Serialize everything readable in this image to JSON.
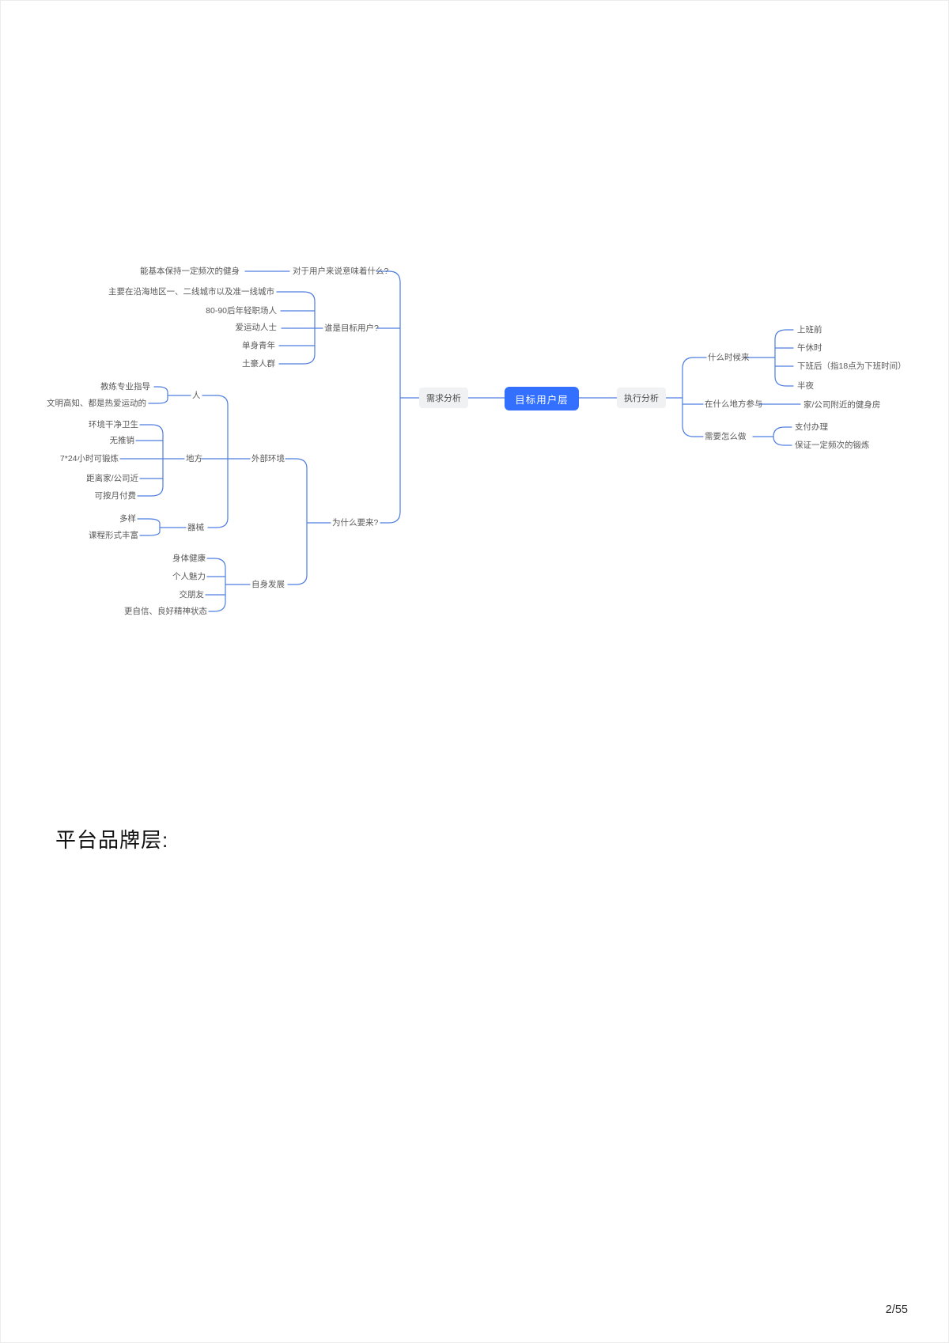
{
  "page": {
    "section_heading": "平台品牌层:",
    "page_number": "2/55"
  },
  "colors": {
    "connector_line": "#4d7ce0",
    "root_node_bg": "#3370ff",
    "root_node_text": "#ffffff",
    "branch_node_bg": "#f0f1f2",
    "label_text": "#595959"
  },
  "mindmap": {
    "root": {
      "label": "目标用户层"
    },
    "needs": {
      "label": "需求分析",
      "children": [
        {
          "label": "对于用户来说意味着什么?",
          "children": [
            {
              "label": "能基本保持一定频次的健身"
            }
          ]
        },
        {
          "label": "谁是目标用户?",
          "children": [
            {
              "label": "主要在沿海地区一、二线城市以及准一线城市"
            },
            {
              "label": "80-90后年轻职场人"
            },
            {
              "label": "爱运动人士"
            },
            {
              "label": "单身青年"
            },
            {
              "label": "土豪人群"
            }
          ]
        },
        {
          "label": "为什么要来?",
          "children": [
            {
              "label": "外部环境",
              "children": [
                {
                  "label": "人",
                  "children": [
                    {
                      "label": "教练专业指导"
                    },
                    {
                      "label": "文明高知、都是热爱运动的"
                    }
                  ]
                },
                {
                  "label": "地方",
                  "children": [
                    {
                      "label": "环境干净卫生"
                    },
                    {
                      "label": "无推销"
                    },
                    {
                      "label": "7*24小时可锻炼"
                    },
                    {
                      "label": "距离家/公司近"
                    },
                    {
                      "label": "可按月付费"
                    }
                  ]
                },
                {
                  "label": "器械",
                  "children": [
                    {
                      "label": "多样"
                    },
                    {
                      "label": "课程形式丰富"
                    }
                  ]
                }
              ]
            },
            {
              "label": "自身发展",
              "children": [
                {
                  "label": "身体健康"
                },
                {
                  "label": "个人魅力"
                },
                {
                  "label": "交朋友"
                },
                {
                  "label": "更自信、良好精神状态"
                }
              ]
            }
          ]
        }
      ]
    },
    "execution": {
      "label": "执行分析",
      "children": [
        {
          "label": "什么时候来",
          "children": [
            {
              "label": "上班前"
            },
            {
              "label": "午休时"
            },
            {
              "label": "下班后（指18点为下班时间）"
            },
            {
              "label": "半夜"
            }
          ]
        },
        {
          "label": "在什么地方参与",
          "children": [
            {
              "label": "家/公司附近的健身房"
            }
          ]
        },
        {
          "label": "需要怎么做",
          "children": [
            {
              "label": "支付办理"
            },
            {
              "label": "保证一定频次的锻炼"
            }
          ]
        }
      ]
    }
  }
}
